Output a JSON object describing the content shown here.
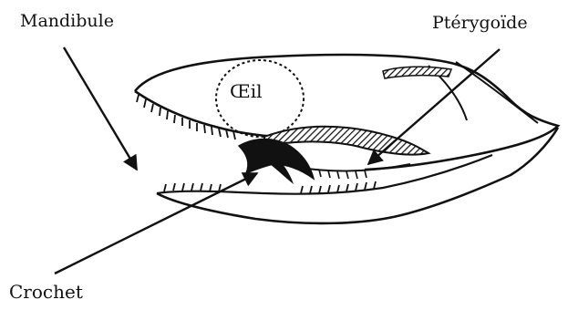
{
  "labels": {
    "mandibule": "Mandibule",
    "pterygoide": "Ptérygoïde",
    "crochet": "Crochet",
    "oeil": "Œil"
  },
  "colors": {
    "ink": "#111111",
    "background": "#ffffff"
  }
}
